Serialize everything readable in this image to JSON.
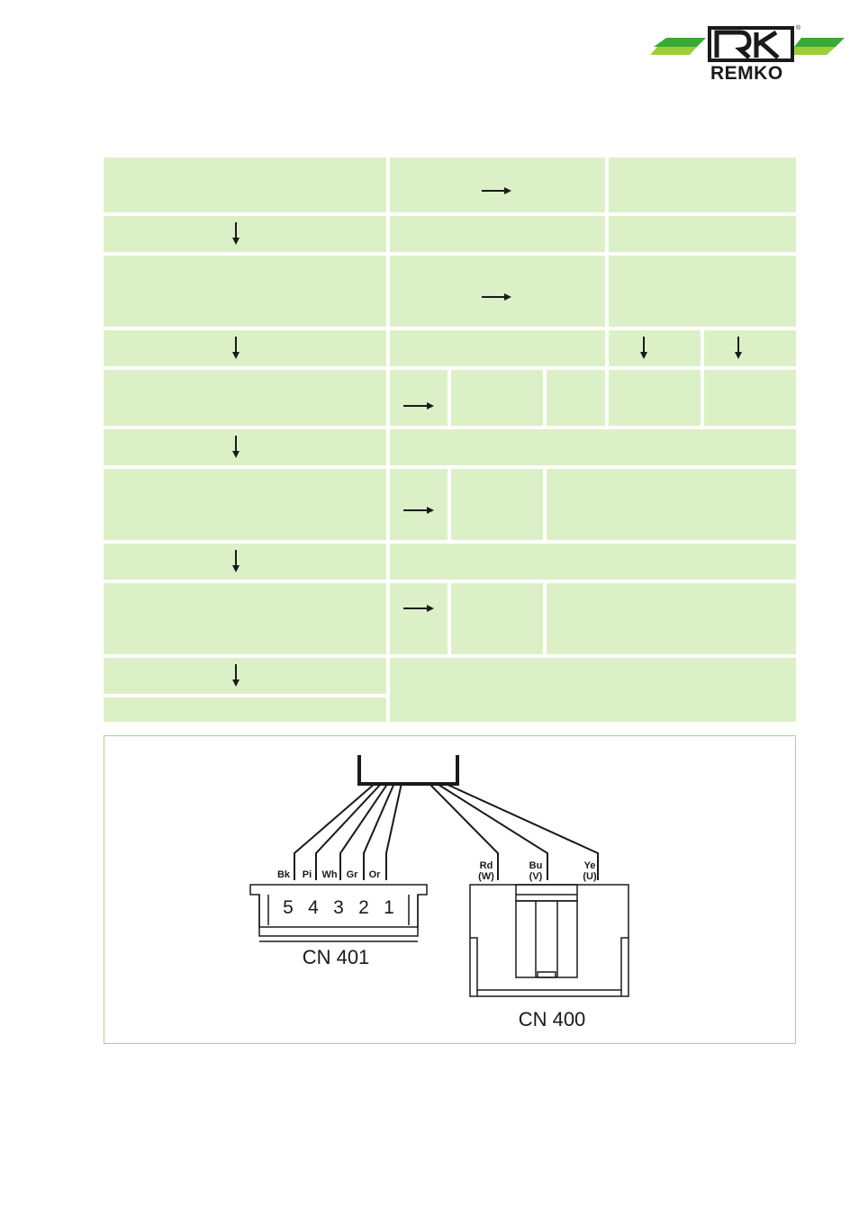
{
  "brand": {
    "name": "REMKO",
    "colors": {
      "green_dark": "#3aa935",
      "green_light": "#9bcf3a",
      "cell_fill": "#dcf0c7",
      "box_border": "#a9d38a"
    },
    "icon": "remko-logo"
  },
  "flow_table": {
    "arrows": {
      "down": "arrow-down-icon",
      "right": "arrow-right-icon"
    }
  },
  "wiring_diagram": {
    "cn401": {
      "label": "CN 401",
      "wires": [
        "Bk",
        "Pi",
        "Wh",
        "Gr",
        "Or"
      ],
      "pins": [
        "5",
        "4",
        "3",
        "2",
        "1"
      ]
    },
    "cn400": {
      "label": "CN 400",
      "wires": [
        {
          "color": "Rd",
          "phase": "(W)"
        },
        {
          "color": "Bu",
          "phase": "(V)"
        },
        {
          "color": "Ye",
          "phase": "(U)"
        }
      ]
    }
  }
}
